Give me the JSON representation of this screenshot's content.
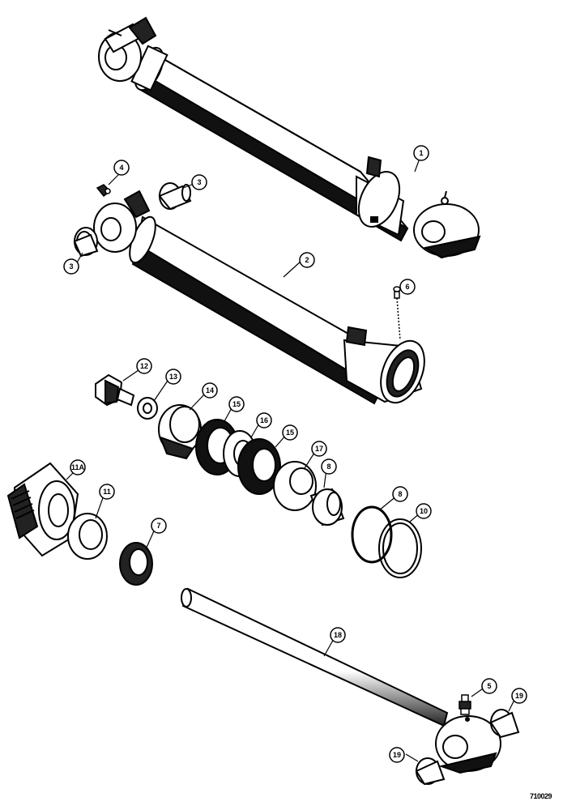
{
  "figure_id": "710029",
  "callouts": [
    "1",
    "2",
    "3",
    "3",
    "4",
    "5",
    "6",
    "7",
    "8",
    "8",
    "10",
    "11",
    "11A",
    "12",
    "13",
    "14",
    "15",
    "15",
    "16",
    "17",
    "18",
    "19",
    "19"
  ],
  "parts": [
    "cylinder-assembly",
    "cylinder-barrel",
    "bushing",
    "bushing",
    "grease-fitting",
    "grease-fitting",
    "grease-fitting",
    "rod-wiper-seal",
    "wear-ring",
    "o-ring",
    "backup-ring",
    "rod-seal",
    "cylinder-head",
    "bolt",
    "washer",
    "piston-spacer",
    "piston-seal",
    "piston",
    "piston-seal",
    "piston-washer",
    "piston-rod",
    "bushing",
    "bushing"
  ]
}
